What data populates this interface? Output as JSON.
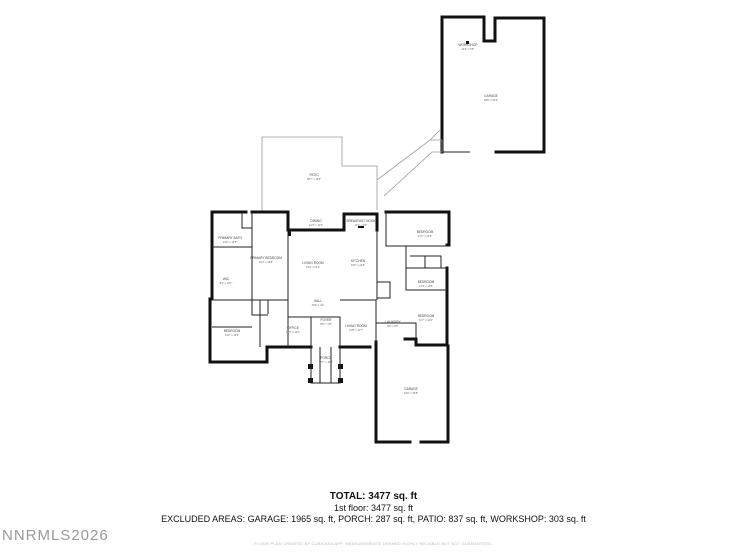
{
  "rooms": {
    "workshop": {
      "name": "WORKSHOP",
      "dims": "11'6\" x 6'8\""
    },
    "garage_upper": {
      "name": "GARAGE",
      "dims": "38'5\" x 40'3\""
    },
    "patio": {
      "name": "PATIO",
      "dims": "38'7\" x 16'5\""
    },
    "primary_bath": {
      "name": "PRIMARY BATH",
      "dims": "14'6\" x 12'8\""
    },
    "wic": {
      "name": "WIC",
      "dims": "8'1\" x 10'7\""
    },
    "primary_bedroom": {
      "name": "PRIMARY BEDROOM",
      "dims": "16'4\" x 19'8\""
    },
    "dining": {
      "name": "DINING",
      "dims": "14'4\" x 11'3\""
    },
    "living_room": {
      "name": "LIVING ROOM",
      "dims": "19'4\" x 21'2\""
    },
    "kitchen": {
      "name": "KITCHEN",
      "dims": "16'6\" x 21'5\""
    },
    "breakfast": {
      "name": "BREAKFAST NOOK",
      "dims": "11'6\" x 9'3\""
    },
    "bedroom_1": {
      "name": "BEDROOM",
      "dims": "13'1\" x 13'9\""
    },
    "bedroom_2": {
      "name": "BEDROOM",
      "dims": "13'3\" x 11'8\""
    },
    "bedroom_3": {
      "name": "BEDROOM",
      "dims": "11'7\" x 12'2\""
    },
    "bedroom_4": {
      "name": "BEDROOM",
      "dims": "14'2\" x 14'8\""
    },
    "hall": {
      "name": "HALL",
      "dims": "20'6\" x 4'2\""
    },
    "office": {
      "name": "OFFICE",
      "dims": "13'5\" x 11'6\""
    },
    "foyer": {
      "name": "FOYER",
      "dims": "8'5\" x 7'8\""
    },
    "living_room_2": {
      "name": "LIVING ROOM",
      "dims": "13'8\" x 11'7\""
    },
    "laundry": {
      "name": "LAUNDRY",
      "dims": "8'6\" x 9'5\""
    },
    "porch": {
      "name": "PORCH",
      "dims": "17'7\" x 10'2\""
    },
    "garage_lower": {
      "name": "GARAGE",
      "dims": "24'6\" x 33'8\""
    }
  },
  "summary": {
    "total": "TOTAL: 3477 sq. ft",
    "first_floor": "1st floor: 3477 sq. ft",
    "excluded": "EXCLUDED AREAS: GARAGE: 1965 sq. ft, PORCH: 287 sq. ft, PATIO: 837 sq. ft, WORKSHOP: 303 sq. ft"
  },
  "credit": "FLOOR PLAN CREATED BY CUBICASA APP. MEASUREMENTS DEEMED HIGHLY RELIABLE BUT NOT GUARANTEED.",
  "watermark": "NNRMLS2026"
}
